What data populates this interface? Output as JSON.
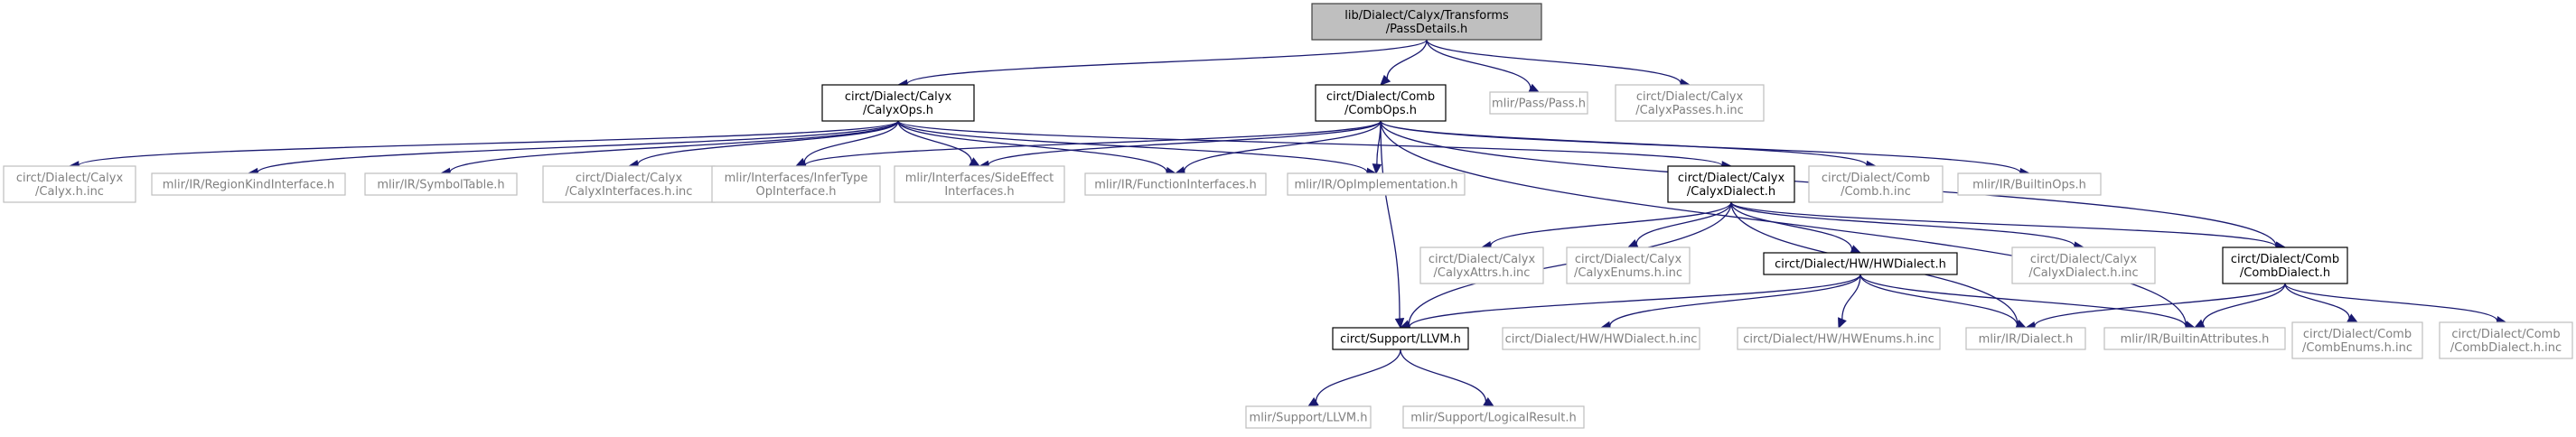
{
  "diagram": {
    "nodes": [
      {
        "id": "root",
        "lines": [
          "lib/Dialect/Calyx/Transforms",
          "/PassDetails.h"
        ],
        "kind": "focus"
      },
      {
        "id": "calyxops",
        "lines": [
          "circt/Dialect/Calyx",
          "/CalyxOps.h"
        ],
        "kind": "documented"
      },
      {
        "id": "combops",
        "lines": [
          "circt/Dialect/Comb",
          "/CombOps.h"
        ],
        "kind": "documented"
      },
      {
        "id": "passh",
        "lines": [
          "mlir/Pass/Pass.h"
        ],
        "kind": "external"
      },
      {
        "id": "calyxpasses",
        "lines": [
          "circt/Dialect/Calyx",
          "/CalyxPasses.h.inc"
        ],
        "kind": "external"
      },
      {
        "id": "calyxhinc",
        "lines": [
          "circt/Dialect/Calyx",
          "/Calyx.h.inc"
        ],
        "kind": "external"
      },
      {
        "id": "regionkind",
        "lines": [
          "mlir/IR/RegionKindInterface.h"
        ],
        "kind": "external"
      },
      {
        "id": "symboltable",
        "lines": [
          "mlir/IR/SymbolTable.h"
        ],
        "kind": "external"
      },
      {
        "id": "calyxinterfaces",
        "lines": [
          "circt/Dialect/Calyx",
          "/CalyxInterfaces.h.inc"
        ],
        "kind": "external"
      },
      {
        "id": "infertype",
        "lines": [
          "mlir/Interfaces/InferType",
          "OpInterface.h"
        ],
        "kind": "external"
      },
      {
        "id": "sideeffect",
        "lines": [
          "mlir/Interfaces/SideEffect",
          "Interfaces.h"
        ],
        "kind": "external"
      },
      {
        "id": "funcinterfaces",
        "lines": [
          "mlir/IR/FunctionInterfaces.h"
        ],
        "kind": "external"
      },
      {
        "id": "opimpl",
        "lines": [
          "mlir/IR/OpImplementation.h"
        ],
        "kind": "external"
      },
      {
        "id": "calyxdialect",
        "lines": [
          "circt/Dialect/Calyx",
          "/CalyxDialect.h"
        ],
        "kind": "documented"
      },
      {
        "id": "combhinc",
        "lines": [
          "circt/Dialect/Comb",
          "/Comb.h.inc"
        ],
        "kind": "external"
      },
      {
        "id": "builtinops",
        "lines": [
          "mlir/IR/BuiltinOps.h"
        ],
        "kind": "external"
      },
      {
        "id": "calyxattrs",
        "lines": [
          "circt/Dialect/Calyx",
          "/CalyxAttrs.h.inc"
        ],
        "kind": "external"
      },
      {
        "id": "calyxenums",
        "lines": [
          "circt/Dialect/Calyx",
          "/CalyxEnums.h.inc"
        ],
        "kind": "external"
      },
      {
        "id": "hwdialect",
        "lines": [
          "circt/Dialect/HW/HWDialect.h"
        ],
        "kind": "documented"
      },
      {
        "id": "calyxdialectinc",
        "lines": [
          "circt/Dialect/Calyx",
          "/CalyxDialect.h.inc"
        ],
        "kind": "external"
      },
      {
        "id": "combdialect",
        "lines": [
          "circt/Dialect/Comb",
          "/CombDialect.h"
        ],
        "kind": "documented"
      },
      {
        "id": "support",
        "lines": [
          "circt/Support/LLVM.h"
        ],
        "kind": "documented"
      },
      {
        "id": "hwdialectinc",
        "lines": [
          "circt/Dialect/HW/HWDialect.h.inc"
        ],
        "kind": "external"
      },
      {
        "id": "hwenums",
        "lines": [
          "circt/Dialect/HW/HWEnums.h.inc"
        ],
        "kind": "external"
      },
      {
        "id": "irdialect",
        "lines": [
          "mlir/IR/Dialect.h"
        ],
        "kind": "external"
      },
      {
        "id": "builtinattrs",
        "lines": [
          "mlir/IR/BuiltinAttributes.h"
        ],
        "kind": "external"
      },
      {
        "id": "combenums",
        "lines": [
          "circt/Dialect/Comb",
          "/CombEnums.h.inc"
        ],
        "kind": "external"
      },
      {
        "id": "combdialectinc",
        "lines": [
          "circt/Dialect/Comb",
          "/CombDialect.h.inc"
        ],
        "kind": "external"
      },
      {
        "id": "mlirsupport",
        "lines": [
          "mlir/Support/LLVM.h"
        ],
        "kind": "external"
      },
      {
        "id": "logicalresult",
        "lines": [
          "mlir/Support/LogicalResult.h"
        ],
        "kind": "external"
      }
    ],
    "edges": [
      [
        "root",
        "calyxops"
      ],
      [
        "root",
        "combops"
      ],
      [
        "root",
        "passh"
      ],
      [
        "root",
        "calyxpasses"
      ],
      [
        "calyxops",
        "calyxhinc"
      ],
      [
        "calyxops",
        "regionkind"
      ],
      [
        "calyxops",
        "symboltable"
      ],
      [
        "calyxops",
        "calyxinterfaces"
      ],
      [
        "calyxops",
        "infertype"
      ],
      [
        "calyxops",
        "sideeffect"
      ],
      [
        "calyxops",
        "funcinterfaces"
      ],
      [
        "calyxops",
        "opimpl"
      ],
      [
        "calyxops",
        "calyxdialect"
      ],
      [
        "combops",
        "infertype"
      ],
      [
        "combops",
        "sideeffect"
      ],
      [
        "combops",
        "funcinterfaces"
      ],
      [
        "combops",
        "opimpl"
      ],
      [
        "combops",
        "support"
      ],
      [
        "combops",
        "combhinc"
      ],
      [
        "combops",
        "builtinops"
      ],
      [
        "combops",
        "builtinattrs"
      ],
      [
        "combops",
        "combdialect"
      ],
      [
        "calyxdialect",
        "calyxattrs"
      ],
      [
        "calyxdialect",
        "calyxenums"
      ],
      [
        "calyxdialect",
        "hwdialect"
      ],
      [
        "calyxdialect",
        "calyxdialectinc"
      ],
      [
        "calyxdialect",
        "combdialect"
      ],
      [
        "calyxdialect",
        "support"
      ],
      [
        "calyxdialect",
        "irdialect"
      ],
      [
        "hwdialect",
        "support"
      ],
      [
        "hwdialect",
        "hwdialectinc"
      ],
      [
        "hwdialect",
        "hwenums"
      ],
      [
        "hwdialect",
        "irdialect"
      ],
      [
        "hwdialect",
        "builtinattrs"
      ],
      [
        "combdialect",
        "irdialect"
      ],
      [
        "combdialect",
        "builtinattrs"
      ],
      [
        "combdialect",
        "combenums"
      ],
      [
        "combdialect",
        "combdialectinc"
      ],
      [
        "support",
        "mlirsupport"
      ],
      [
        "support",
        "logicalresult"
      ]
    ]
  }
}
